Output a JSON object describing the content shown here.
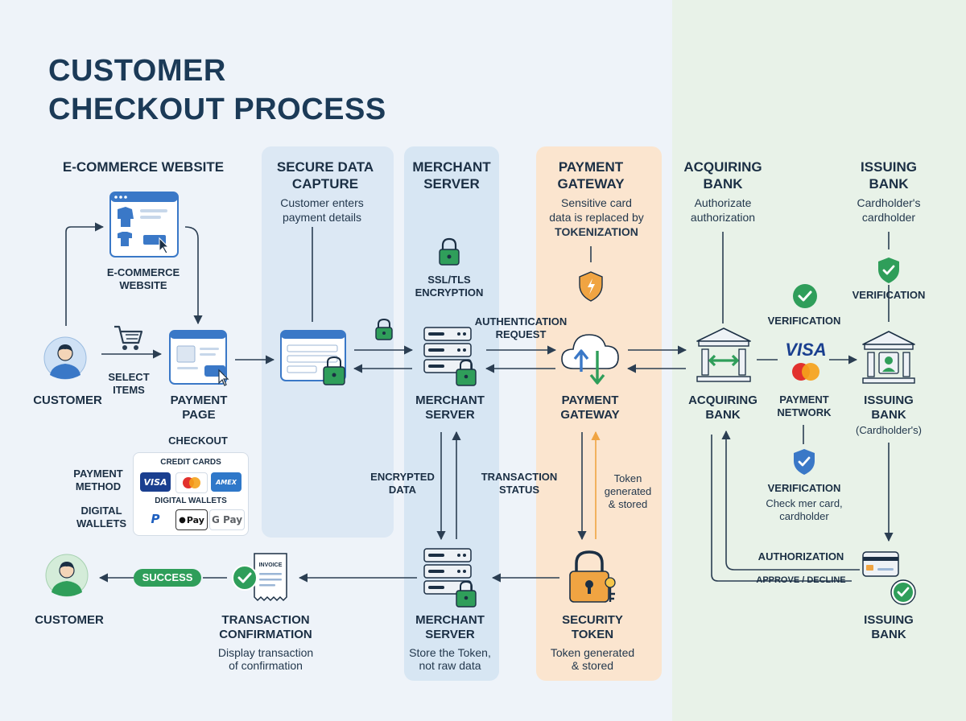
{
  "title": [
    "CUSTOMER",
    "CHECKOUT PROCESS"
  ],
  "headers": {
    "ecommerce": "E-COMMERCE WEBSITE",
    "capture": [
      "SECURE DATA",
      "CAPTURE"
    ],
    "capture_sub": [
      "Customer enters",
      "payment details"
    ],
    "merchant": [
      "MERCHANT",
      "SERVER"
    ],
    "gateway": [
      "PAYMENT",
      "GATEWAY"
    ],
    "gateway_sub": [
      "Sensitive card",
      "data is replaced by",
      "TOKENIZATION"
    ],
    "acquiring": [
      "ACQUIRING",
      "BANK"
    ],
    "acquiring_sub": [
      "Authorizate",
      "authorization"
    ],
    "issuing": [
      "ISSUING",
      "BANK"
    ],
    "issuing_sub": [
      "Cardholder's",
      "cardholder"
    ]
  },
  "nodes": {
    "ecommerce_icon_label": [
      "E-COMMERCE",
      "WEBSITE"
    ],
    "customer": "CUSTOMER",
    "select_items": [
      "SELECT",
      "ITEMS"
    ],
    "payment_page": [
      "PAYMENT",
      "PAGE"
    ],
    "checkout": "CHECKOUT",
    "ssl": [
      "SSL/TLS",
      "ENCRYPTION"
    ],
    "auth_request": [
      "AUTHENTICATION",
      "REQUEST"
    ],
    "merchant_server": [
      "MERCHANT",
      "SERVER"
    ],
    "payment_gateway": [
      "PAYMENT",
      "GATEWAY"
    ],
    "acquiring_bank": [
      "ACQUIRING",
      "BANK"
    ],
    "verification_left": "VERIFICATION",
    "verification_right": "VERIFICATION",
    "payment_network": [
      "PAYMENT",
      "NETWORK"
    ],
    "issuing_bank": [
      "ISSUING",
      "BANK"
    ],
    "issuing_bank_note": "(Cardholder's)",
    "verification_bottom": "VERIFICATION",
    "verification_bottom_sub": [
      "Check mer card,",
      "cardholder"
    ],
    "encrypted_data": [
      "ENCRYPTED",
      "DATA"
    ],
    "transaction_status": [
      "TRANSACTION",
      "STATUS"
    ],
    "token_generated": [
      "Token",
      "generated",
      "& stored"
    ],
    "authorization": "AUTHORIZATION",
    "approve_decline": "APPROVE / DECLINE",
    "customer_bottom": "CUSTOMER",
    "success": "SUCCESS",
    "transaction_confirmation": [
      "TRANSACTION",
      "CONFIRMATION"
    ],
    "transaction_confirmation_sub": [
      "Display transaction",
      "of confirmation"
    ],
    "merchant_server_bottom": [
      "MERCHANT",
      "SERVER"
    ],
    "merchant_server_bottom_sub": [
      "Store the Token,",
      "not raw data"
    ],
    "security_token": [
      "SECURITY",
      "TOKEN"
    ],
    "security_token_sub": [
      "Token generated",
      "& stored"
    ],
    "issuing_bank_bottom": [
      "ISSUING",
      "BANK"
    ],
    "invoice": "INVOICE"
  },
  "payment_methods": {
    "payment_method": [
      "PAYMENT",
      "METHOD"
    ],
    "digital_wallets": [
      "DIGITAL",
      "WALLETS"
    ],
    "credit_cards_title": "CREDIT CARDS",
    "digital_wallets_title": "DIGITAL WALLETS",
    "cards": [
      "VISA",
      "",
      "AMEX"
    ],
    "wallets": [
      "P",
      "Pay",
      "G Pay"
    ]
  },
  "network_brand": "VISA",
  "colors": {
    "ink": "#1b2f44",
    "arrow": "#2b3e52",
    "green": "#2f9e5a",
    "blue": "#3a78c7",
    "orange": "#f0a442",
    "panel_blue": "#d7e6f3",
    "panel_orange": "#fbe5cf",
    "panel_green": "#e8f2e8"
  }
}
